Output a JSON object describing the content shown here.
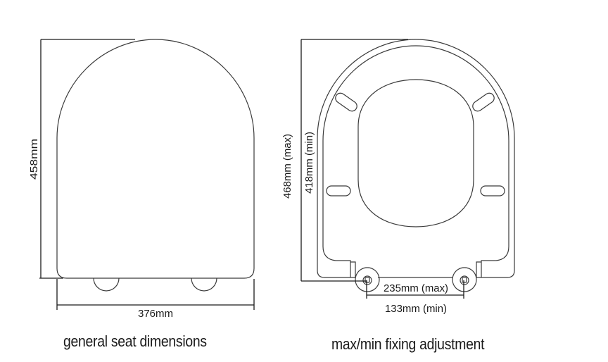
{
  "left_diagram": {
    "caption": "general seat dimensions",
    "height_label": "458mm",
    "width_label": "376mm"
  },
  "right_diagram": {
    "caption": "max/min fixing adjustment",
    "outer_height_label": "468mm (max)",
    "inner_height_label": "418mm (min)",
    "hinge_max_label": "235mm (max)",
    "hinge_min_label": "133mm (min)"
  }
}
